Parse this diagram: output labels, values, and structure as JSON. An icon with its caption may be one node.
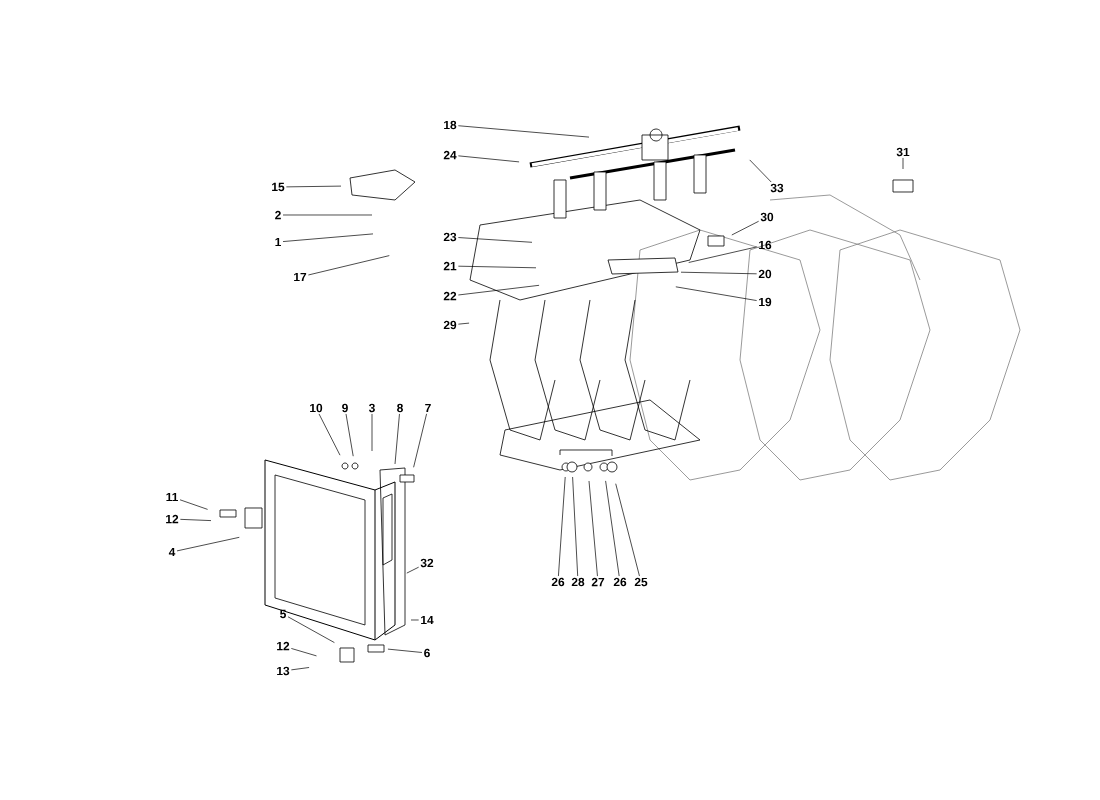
{
  "diagram": {
    "nodes": [
      {
        "text": [
          "15"
        ]
      },
      {
        "text": [
          "2"
        ]
      },
      {
        "text": [
          "1"
        ]
      },
      {
        "text": [
          "17"
        ]
      },
      {
        "text": [
          "18"
        ]
      },
      {
        "text": [
          "24"
        ]
      },
      {
        "text": [
          "33"
        ]
      },
      {
        "text": [
          "31"
        ]
      },
      {
        "text": [
          "23"
        ]
      },
      {
        "text": [
          "21"
        ]
      },
      {
        "text": [
          "22"
        ]
      },
      {
        "text": [
          "29"
        ]
      },
      {
        "text": [
          "30"
        ]
      },
      {
        "text": [
          "16"
        ]
      },
      {
        "text": [
          "20"
        ]
      },
      {
        "text": [
          "19"
        ]
      },
      {
        "text": [
          "10"
        ]
      },
      {
        "text": [
          "9"
        ]
      },
      {
        "text": [
          "3"
        ]
      },
      {
        "text": [
          "8"
        ]
      },
      {
        "text": [
          "7"
        ]
      },
      {
        "text": [
          "11"
        ]
      },
      {
        "text": [
          "12"
        ]
      },
      {
        "text": [
          "4"
        ]
      },
      {
        "text": [
          "32"
        ]
      },
      {
        "text": [
          "14"
        ]
      },
      {
        "text": [
          "5"
        ]
      },
      {
        "text": [
          "6"
        ]
      },
      {
        "text": [
          "12"
        ]
      },
      {
        "text": [
          "13"
        ]
      },
      {
        "text": [
          "26"
        ]
      },
      {
        "text": [
          "28"
        ]
      },
      {
        "text": [
          "27"
        ]
      },
      {
        "text": [
          "26"
        ]
      },
      {
        "text": [
          "25"
        ]
      }
    ],
    "edges": [
      {
        "from": 0,
        "to": null,
        "arrow": "none"
      },
      {
        "from": 1,
        "to": null,
        "arrow": "none"
      },
      {
        "from": 2,
        "to": null,
        "arrow": "none"
      },
      {
        "from": 3,
        "to": null,
        "arrow": "none"
      },
      {
        "from": 4,
        "to": null,
        "arrow": "none"
      },
      {
        "from": 5,
        "to": null,
        "arrow": "none"
      },
      {
        "from": 6,
        "to": null,
        "arrow": "none"
      },
      {
        "from": 7,
        "to": null,
        "arrow": "none"
      },
      {
        "from": 8,
        "to": null,
        "arrow": "none"
      },
      {
        "from": 9,
        "to": null,
        "arrow": "none"
      },
      {
        "from": 10,
        "to": null,
        "arrow": "none"
      },
      {
        "from": 11,
        "to": null,
        "arrow": "none"
      },
      {
        "from": 12,
        "to": null,
        "arrow": "none"
      },
      {
        "from": 13,
        "to": null,
        "arrow": "none"
      },
      {
        "from": 14,
        "to": null,
        "arrow": "none"
      },
      {
        "from": 15,
        "to": null,
        "arrow": "none"
      },
      {
        "from": 16,
        "to": null,
        "arrow": "none"
      },
      {
        "from": 17,
        "to": null,
        "arrow": "none"
      },
      {
        "from": 18,
        "to": null,
        "arrow": "none"
      },
      {
        "from": 19,
        "to": null,
        "arrow": "none"
      },
      {
        "from": 20,
        "to": null,
        "arrow": "none"
      },
      {
        "from": 21,
        "to": null,
        "arrow": "none"
      },
      {
        "from": 22,
        "to": null,
        "arrow": "none"
      },
      {
        "from": 23,
        "to": null,
        "arrow": "none"
      },
      {
        "from": 24,
        "to": null,
        "arrow": "none"
      },
      {
        "from": 25,
        "to": null,
        "arrow": "none"
      },
      {
        "from": 26,
        "to": null,
        "arrow": "none"
      },
      {
        "from": 27,
        "to": null,
        "arrow": "none"
      },
      {
        "from": 28,
        "to": null,
        "arrow": "none"
      },
      {
        "from": 29,
        "to": null,
        "arrow": "none"
      },
      {
        "from": 30,
        "to": null,
        "arrow": "none"
      },
      {
        "from": 31,
        "to": null,
        "arrow": "none"
      },
      {
        "from": 32,
        "to": null,
        "arrow": "none"
      },
      {
        "from": 33,
        "to": null,
        "arrow": "none"
      },
      {
        "from": 34,
        "to": null,
        "arrow": "none"
      }
    ]
  }
}
